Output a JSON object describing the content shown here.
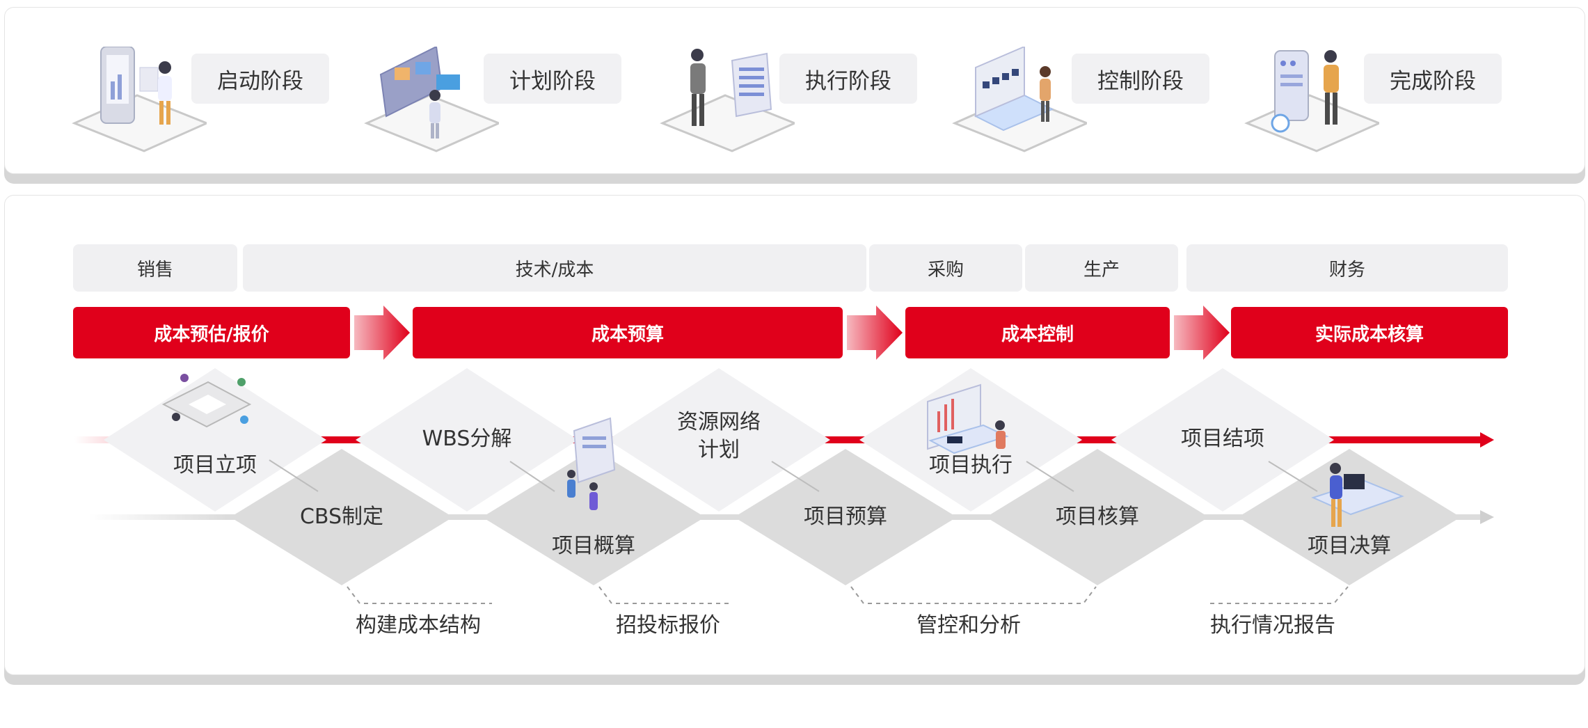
{
  "stages": [
    {
      "label": "启动阶段",
      "icon": "startup-illustration-icon"
    },
    {
      "label": "计划阶段",
      "icon": "planning-illustration-icon"
    },
    {
      "label": "执行阶段",
      "icon": "execution-illustration-icon"
    },
    {
      "label": "控制阶段",
      "icon": "control-illustration-icon"
    },
    {
      "label": "完成阶段",
      "icon": "completion-illustration-icon"
    }
  ],
  "departments": [
    "销售",
    "技术/成本",
    "采购",
    "生产",
    "财务"
  ],
  "phases": [
    "成本预估/报价",
    "成本预算",
    "成本控制",
    "实际成本核算"
  ],
  "upper_nodes": [
    "项目立项",
    "WBS分解",
    "资源网络\n计划",
    "项目执行",
    "项目结项"
  ],
  "lower_nodes": [
    "CBS制定",
    "项目概算",
    "项目预算",
    "项目核算",
    "项目决算"
  ],
  "groups": [
    "构建成本结构",
    "招投标报价",
    "管控和分析",
    "执行情况报告"
  ],
  "colors": {
    "accent": "#e0001b",
    "diamond_upper": "#f1f1f3",
    "diamond_lower": "#dcdcdc",
    "label_bg": "#f1f1f3"
  }
}
